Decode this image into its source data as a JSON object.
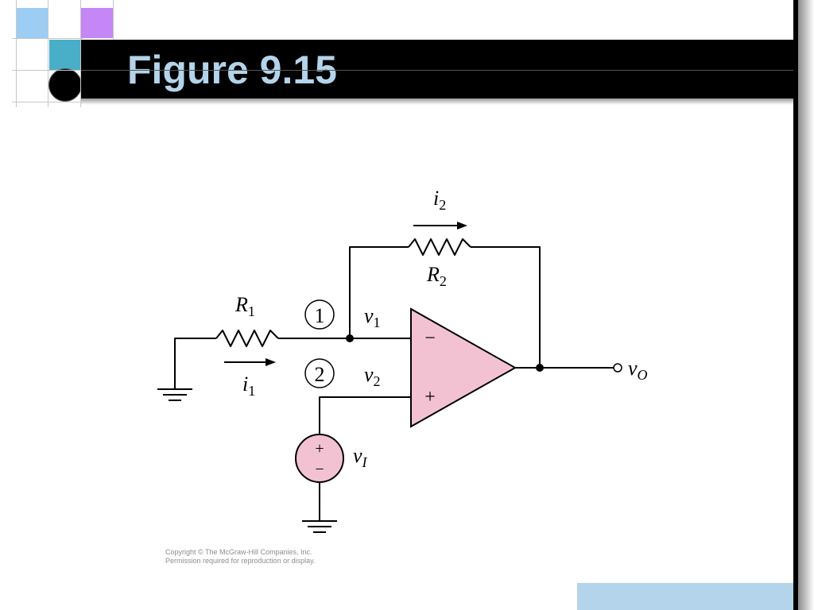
{
  "slide": {
    "title": "Figure 9.15",
    "colors": {
      "title_text": "#b3d4ea",
      "title_bar": "#000000",
      "accent_blue": "#9ecdf3",
      "accent_purple": "#c586f6",
      "accent_teal": "#49aec8",
      "opamp_fill": "#f2c2d3",
      "bottom_box": "#b3d4ea"
    },
    "copyright_line1": "Copyright © The McGraw-Hill Companies, Inc.",
    "copyright_line2": "Permission required for reproduction or display."
  },
  "circuit": {
    "r1": {
      "main": "R",
      "sub": "1"
    },
    "r2": {
      "main": "R",
      "sub": "2"
    },
    "i1": {
      "main": "i",
      "sub": "1"
    },
    "i2": {
      "main": "i",
      "sub": "2"
    },
    "v1": {
      "main": "v",
      "sub": "1"
    },
    "v2": {
      "main": "v",
      "sub": "2"
    },
    "vo": {
      "main": "v",
      "sub": "O"
    },
    "vi": {
      "main": "v",
      "sub": "I"
    },
    "node1": "1",
    "node2": "2",
    "opamp_minus": "−",
    "opamp_plus": "+",
    "source_plus": "+",
    "source_minus": "−"
  }
}
